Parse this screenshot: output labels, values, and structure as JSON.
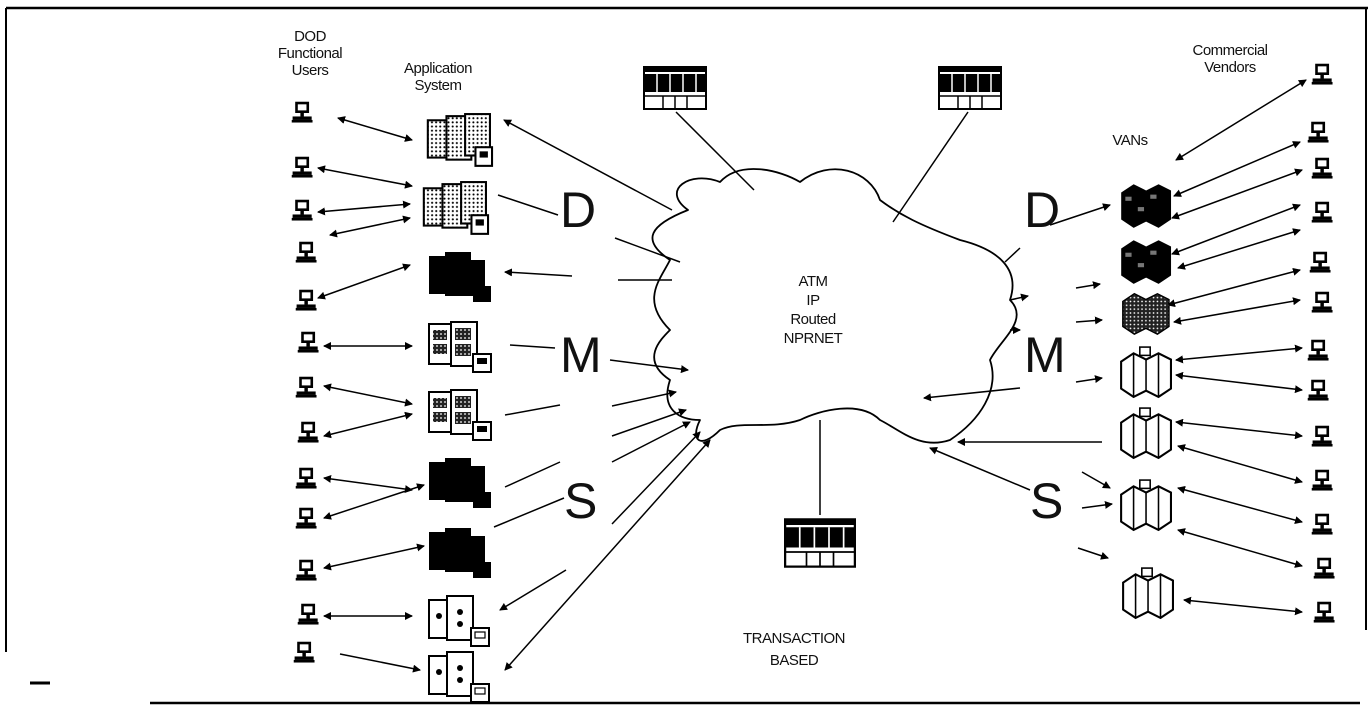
{
  "labels": {
    "dod_users": [
      "DOD",
      "Functional",
      "Users"
    ],
    "application_system": [
      "Application",
      "System"
    ],
    "commercial_vendors": [
      "Commercial",
      "Vendors"
    ],
    "vans": "VANs",
    "cloud": [
      "ATM",
      "IP",
      "Routed",
      "NPRNET"
    ],
    "transaction": [
      "TRANSACTION",
      "BASED"
    ],
    "letters_left": [
      "D",
      "M",
      "S"
    ],
    "letters_right": [
      "D",
      "M",
      "S"
    ]
  },
  "icons": {
    "gateway": "table-gateway-icon",
    "terminal": "computer-terminal-icon",
    "app_server": "application-server-icon",
    "van_server": "van-server-icon",
    "cloud": "network-cloud-icon"
  }
}
